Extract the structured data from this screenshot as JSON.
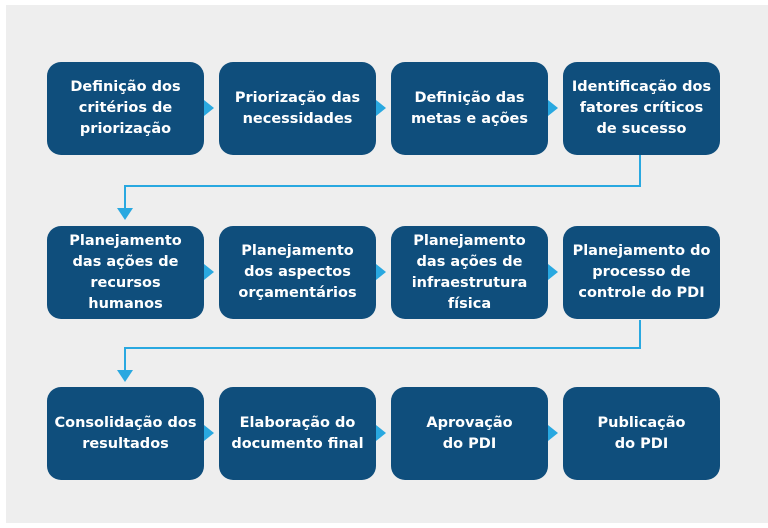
{
  "colors": {
    "background": "#eeeeee",
    "box_fill": "#0f4e7c",
    "box_text": "#ffffff",
    "arrow": "#29a8e0"
  },
  "rows": [
    [
      {
        "label": "Definição dos\ncritérios de\npriorização"
      },
      {
        "label": "Priorização das\nnecessidades"
      },
      {
        "label": "Definição das\nmetas e ações"
      },
      {
        "label": "Identificação dos\nfatores críticos\nde sucesso"
      }
    ],
    [
      {
        "label": "Planejamento\ndas ações de\nrecursos\nhumanos"
      },
      {
        "label": "Planejamento\ndos aspectos\norçamentários"
      },
      {
        "label": "Planejamento\ndas ações de\ninfraestrutura\nfísica"
      },
      {
        "label": "Planejamento do\nprocesso de\ncontrole do PDI"
      }
    ],
    [
      {
        "label": "Consolidação dos\nresultados"
      },
      {
        "label": "Elaboração do\ndocumento final"
      },
      {
        "label": "Aprovação\ndo PDI"
      },
      {
        "label": "Publicação\ndo PDI"
      }
    ]
  ]
}
